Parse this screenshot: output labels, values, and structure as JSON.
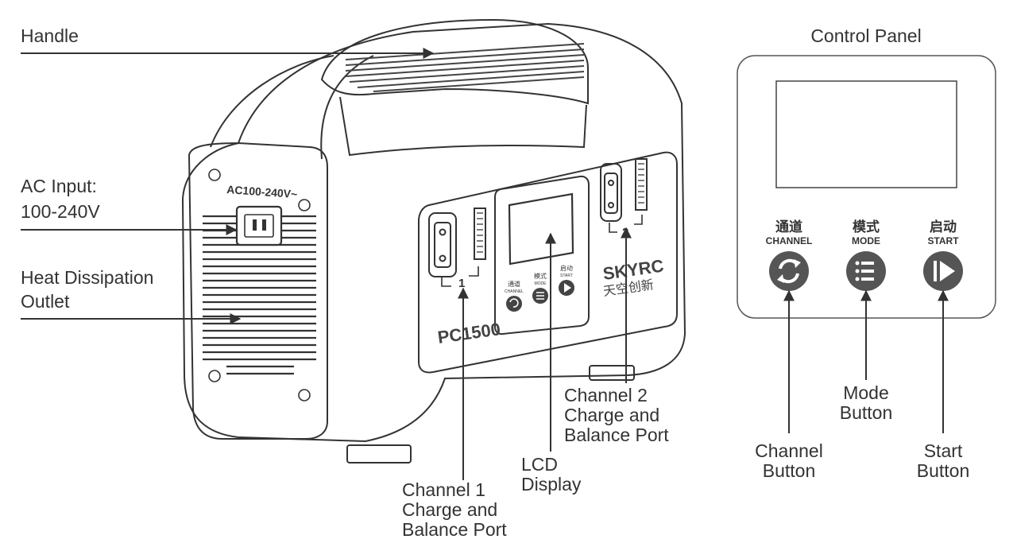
{
  "callouts": {
    "handle": "Handle",
    "ac_input_line1": "AC Input:",
    "ac_input_line2": "100-240V",
    "heat_line1": "Heat Dissipation",
    "heat_line2": "Outlet",
    "ch1_line1": "Channel 1",
    "ch1_line2": "Charge and",
    "ch1_line3": "Balance Port",
    "lcd_line1": "LCD",
    "lcd_line2": "Display",
    "ch2_line1": "Channel 2",
    "ch2_line2": "Charge and",
    "ch2_line3": "Balance Port",
    "channel_btn_line1": "Channel",
    "channel_btn_line2": "Button",
    "mode_btn_line1": "Mode",
    "mode_btn_line2": "Button",
    "start_btn_line1": "Start",
    "start_btn_line2": "Button"
  },
  "device": {
    "ac_rating": "AC100-240V~",
    "model": "PC1500",
    "brand": "SKYRC",
    "brand_cn": "天空创新",
    "port1_number": "1",
    "port2_number": "2",
    "small_buttons": [
      {
        "cn": "通道",
        "en": "CHANNEL"
      },
      {
        "cn": "模式",
        "en": "MODE"
      },
      {
        "cn": "启动",
        "en": "START"
      }
    ]
  },
  "control_panel": {
    "title": "Control Panel",
    "buttons": [
      {
        "cn": "通道",
        "en": "CHANNEL",
        "icon": "channel-cycle-icon"
      },
      {
        "cn": "模式",
        "en": "MODE",
        "icon": "list-menu-icon"
      },
      {
        "cn": "启动",
        "en": "START",
        "icon": "play-start-icon"
      }
    ]
  },
  "colors": {
    "line": "#333333",
    "button_fill": "#555555"
  }
}
